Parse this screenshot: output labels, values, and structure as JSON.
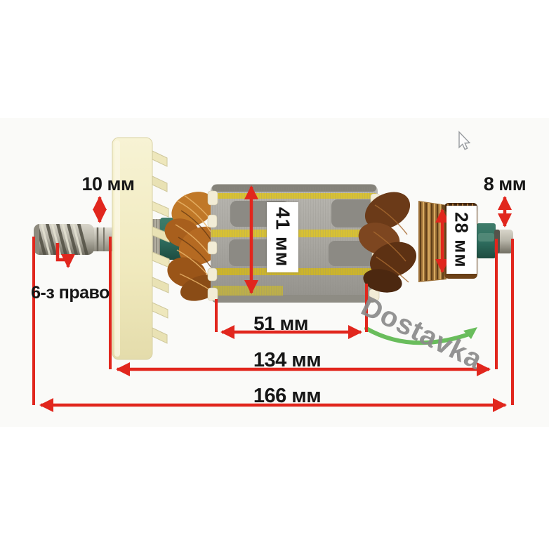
{
  "image": {
    "description": "armature rotor product photo with dimension callouts",
    "background": "#ffffff"
  },
  "dimensions": {
    "d10": {
      "label": "10 мм"
    },
    "d8": {
      "label": "8 мм"
    },
    "d41": {
      "label": "41 мм"
    },
    "d28": {
      "label": "28 мм"
    },
    "d51": {
      "label": "51 мм"
    },
    "d134": {
      "label": "134 мм"
    },
    "d166": {
      "label": "166 мм"
    }
  },
  "annotations": {
    "spiral_direction": {
      "label": "6-з право"
    }
  },
  "watermark": {
    "text": "Dostavka",
    "text_color": "#8b8b8b",
    "swoosh_color": "#69bd5c"
  },
  "colors": {
    "dimension_red": "#e1261d",
    "label_text": "#161616",
    "gear_cream": "#f2edc6",
    "core_silver": "#a9a7a1",
    "slot_yellow": "#d9c232",
    "copper": "#b06820",
    "bearing_teal": "#2f6f60"
  },
  "cursor": {
    "visible": true
  }
}
